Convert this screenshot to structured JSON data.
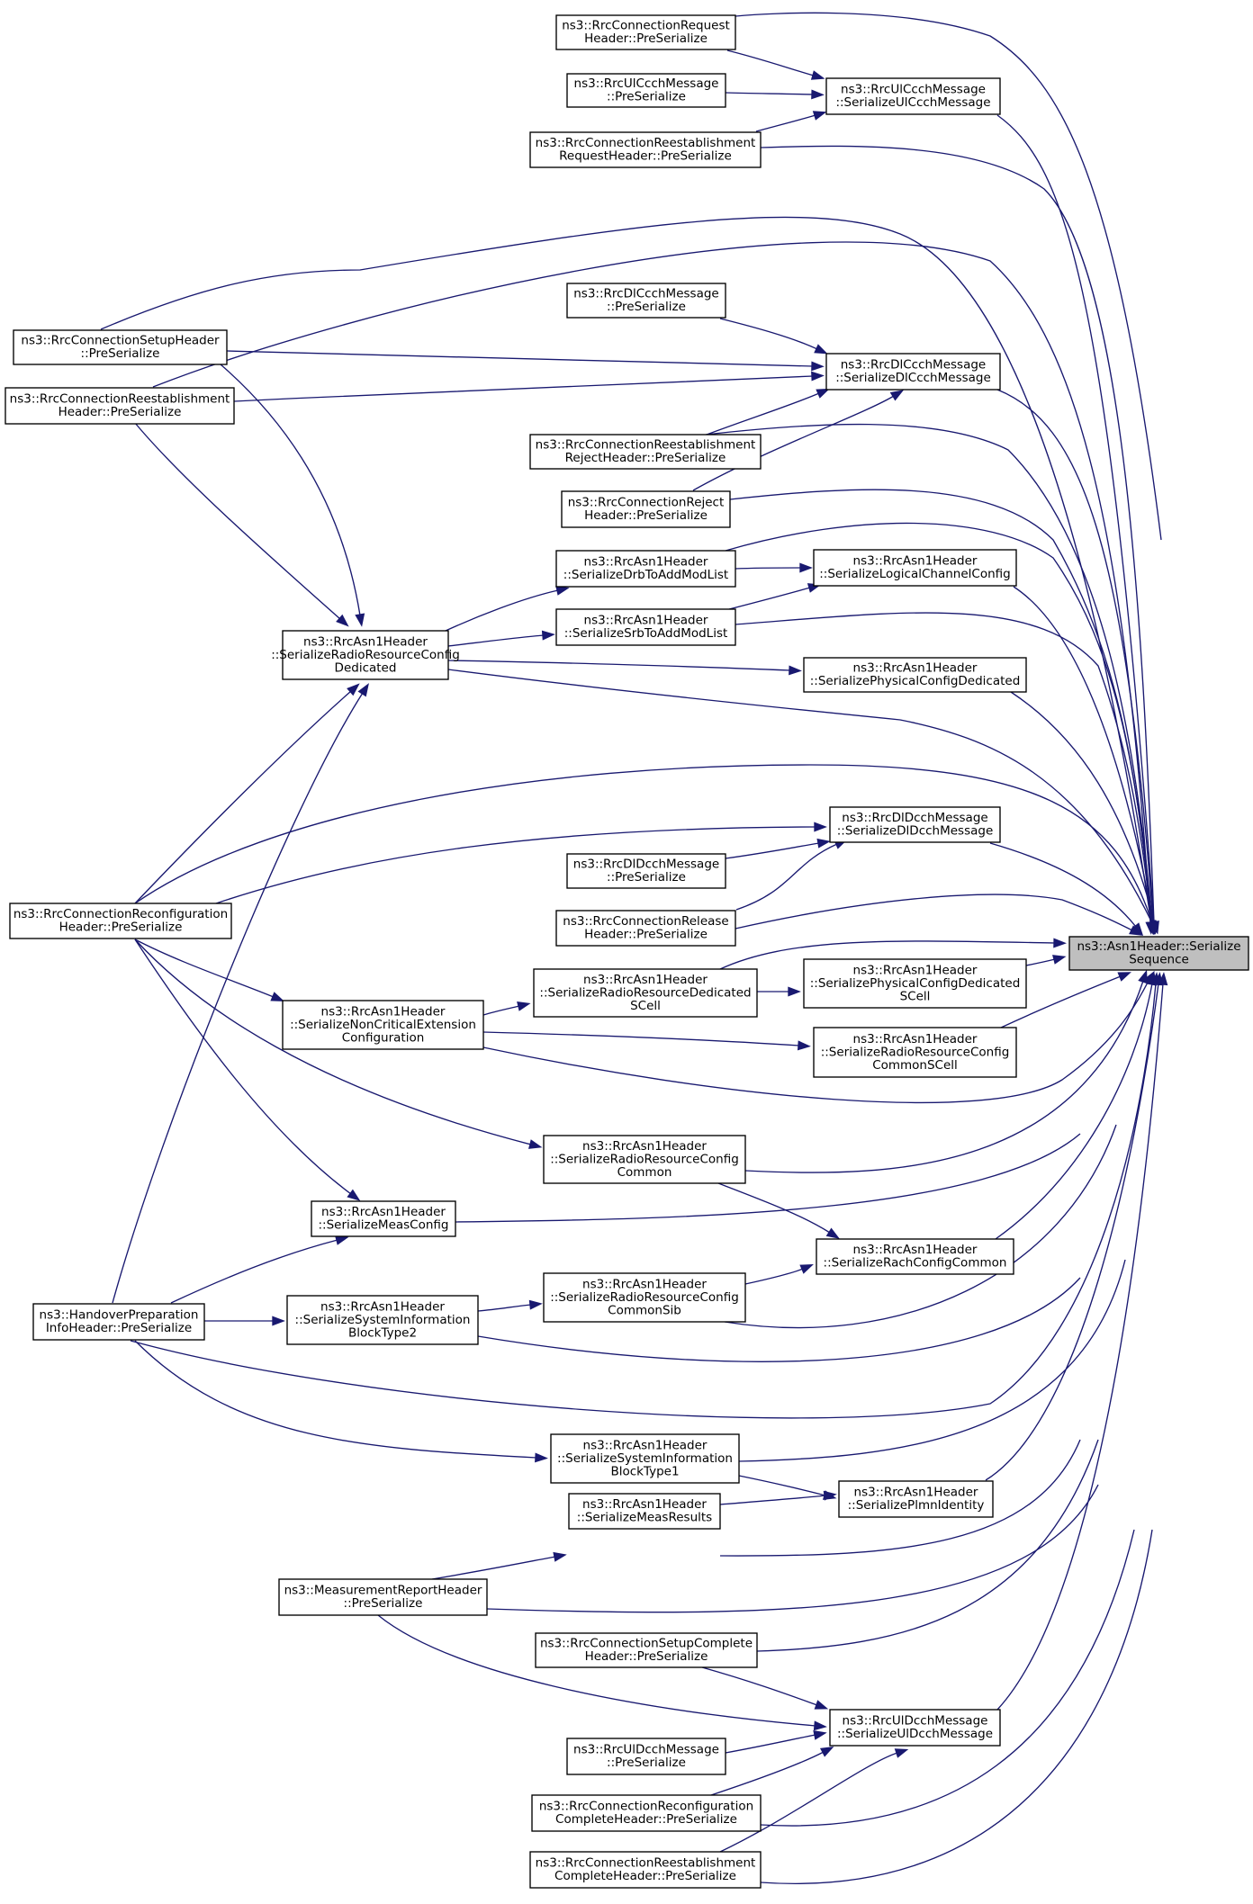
{
  "graph": {
    "type": "doxygen-caller-graph",
    "colors": {
      "edge": "#191970",
      "focus_fill": "#bfbfbf",
      "node_fill": "#ffffff",
      "node_stroke": "#000000"
    },
    "focus": "SerializeSequence",
    "nodes": [
      {
        "id": "SerializeSequence",
        "lines": [
          "ns3::Asn1Header::Serialize",
          "Sequence"
        ]
      },
      {
        "id": "RrcConnectionRequest_PreSerialize",
        "lines": [
          "ns3::RrcConnectionRequest",
          "Header::PreSerialize"
        ]
      },
      {
        "id": "RrcUlCcchMessage_PreSerialize",
        "lines": [
          "ns3::RrcUlCcchMessage",
          "::PreSerialize"
        ]
      },
      {
        "id": "RrcConnectionReestablishmentRequest_PreSerialize",
        "lines": [
          "ns3::RrcConnectionReestablishment",
          "RequestHeader::PreSerialize"
        ]
      },
      {
        "id": "RrcUlCcchMessage_SerializeUlCcchMessage",
        "lines": [
          "ns3::RrcUlCcchMessage",
          "::SerializeUlCcchMessage"
        ]
      },
      {
        "id": "RrcConnectionSetup_PreSerialize",
        "lines": [
          "ns3::RrcConnectionSetupHeader",
          "::PreSerialize"
        ]
      },
      {
        "id": "RrcConnectionReestablishment_PreSerialize",
        "lines": [
          "ns3::RrcConnectionReestablishment",
          "Header::PreSerialize"
        ]
      },
      {
        "id": "RrcDlCcchMessage_PreSerialize",
        "lines": [
          "ns3::RrcDlCcchMessage",
          "::PreSerialize"
        ]
      },
      {
        "id": "RrcDlCcchMessage_SerializeDlCcchMessage",
        "lines": [
          "ns3::RrcDlCcchMessage",
          "::SerializeDlCcchMessage"
        ]
      },
      {
        "id": "RrcConnectionReestablishmentReject_PreSerialize",
        "lines": [
          "ns3::RrcConnectionReestablishment",
          "RejectHeader::PreSerialize"
        ]
      },
      {
        "id": "RrcConnectionReject_PreSerialize",
        "lines": [
          "ns3::RrcConnectionReject",
          "Header::PreSerialize"
        ]
      },
      {
        "id": "SerializeDrbToAddModList",
        "lines": [
          "ns3::RrcAsn1Header",
          "::SerializeDrbToAddModList"
        ]
      },
      {
        "id": "SerializeLogicalChannelConfig",
        "lines": [
          "ns3::RrcAsn1Header",
          "::SerializeLogicalChannelConfig"
        ]
      },
      {
        "id": "SerializeSrbToAddModList",
        "lines": [
          "ns3::RrcAsn1Header",
          "::SerializeSrbToAddModList"
        ]
      },
      {
        "id": "SerializeRadioResourceConfigDedicated",
        "lines": [
          "ns3::RrcAsn1Header",
          "::SerializeRadioResourceConfig",
          "Dedicated"
        ]
      },
      {
        "id": "SerializePhysicalConfigDedicated",
        "lines": [
          "ns3::RrcAsn1Header",
          "::SerializePhysicalConfigDedicated"
        ]
      },
      {
        "id": "RrcDlDcchMessage_SerializeDlDcchMessage",
        "lines": [
          "ns3::RrcDlDcchMessage",
          "::SerializeDlDcchMessage"
        ]
      },
      {
        "id": "RrcDlDcchMessage_PreSerialize",
        "lines": [
          "ns3::RrcDlDcchMessage",
          "::PreSerialize"
        ]
      },
      {
        "id": "RrcConnectionRelease_PreSerialize",
        "lines": [
          "ns3::RrcConnectionRelease",
          "Header::PreSerialize"
        ]
      },
      {
        "id": "RrcConnectionReconfiguration_PreSerialize",
        "lines": [
          "ns3::RrcConnectionReconfiguration",
          "Header::PreSerialize"
        ]
      },
      {
        "id": "SerializeRadioResourceDedicatedSCell",
        "lines": [
          "ns3::RrcAsn1Header",
          "::SerializeRadioResourceDedicated",
          "SCell"
        ]
      },
      {
        "id": "SerializePhysicalConfigDedicatedSCell",
        "lines": [
          "ns3::RrcAsn1Header",
          "::SerializePhysicalConfigDedicated",
          "SCell"
        ]
      },
      {
        "id": "SerializeNonCriticalExtensionConfiguration",
        "lines": [
          "ns3::RrcAsn1Header",
          "::SerializeNonCriticalExtension",
          "Configuration"
        ]
      },
      {
        "id": "SerializeRadioResourceConfigCommonSCell",
        "lines": [
          "ns3::RrcAsn1Header",
          "::SerializeRadioResourceConfig",
          "CommonSCell"
        ]
      },
      {
        "id": "SerializeRadioResourceConfigCommon",
        "lines": [
          "ns3::RrcAsn1Header",
          "::SerializeRadioResourceConfig",
          "Common"
        ]
      },
      {
        "id": "SerializeMeasConfig",
        "lines": [
          "ns3::RrcAsn1Header",
          "::SerializeMeasConfig"
        ]
      },
      {
        "id": "SerializeRachConfigCommon",
        "lines": [
          "ns3::RrcAsn1Header",
          "::SerializeRachConfigCommon"
        ]
      },
      {
        "id": "SerializeRadioResourceConfigCommonSib",
        "lines": [
          "ns3::RrcAsn1Header",
          "::SerializeRadioResourceConfig",
          "CommonSib"
        ]
      },
      {
        "id": "HandoverPreparationInfo_PreSerialize",
        "lines": [
          "ns3::HandoverPreparation",
          "InfoHeader::PreSerialize"
        ]
      },
      {
        "id": "SerializeSystemInformationBlockType2",
        "lines": [
          "ns3::RrcAsn1Header",
          "::SerializeSystemInformation",
          "BlockType2"
        ]
      },
      {
        "id": "SerializeSystemInformationBlockType1",
        "lines": [
          "ns3::RrcAsn1Header",
          "::SerializeSystemInformation",
          "BlockType1"
        ]
      },
      {
        "id": "SerializePlmnIdentity",
        "lines": [
          "ns3::RrcAsn1Header",
          "::SerializePlmnIdentity"
        ]
      },
      {
        "id": "SerializeMeasResults",
        "lines": [
          "ns3::RrcAsn1Header",
          "::SerializeMeasResults"
        ]
      },
      {
        "id": "MeasurementReport_PreSerialize",
        "lines": [
          "ns3::MeasurementReportHeader",
          "::PreSerialize"
        ]
      },
      {
        "id": "RrcConnectionSetupComplete_PreSerialize",
        "lines": [
          "ns3::RrcConnectionSetupComplete",
          "Header::PreSerialize"
        ]
      },
      {
        "id": "RrcUlDcchMessage_SerializeUlDcchMessage",
        "lines": [
          "ns3::RrcUlDcchMessage",
          "::SerializeUlDcchMessage"
        ]
      },
      {
        "id": "RrcUlDcchMessage_PreSerialize",
        "lines": [
          "ns3::RrcUlDcchMessage",
          "::PreSerialize"
        ]
      },
      {
        "id": "RrcConnectionReconfigurationComplete_PreSerialize",
        "lines": [
          "ns3::RrcConnectionReconfiguration",
          "CompleteHeader::PreSerialize"
        ]
      },
      {
        "id": "RrcConnectionReestablishmentComplete_PreSerialize",
        "lines": [
          "ns3::RrcConnectionReestablishment",
          "CompleteHeader::PreSerialize"
        ]
      }
    ],
    "edges": [
      {
        "from": "RrcConnectionRequest_PreSerialize",
        "to": "RrcUlCcchMessage_SerializeUlCcchMessage"
      },
      {
        "from": "RrcUlCcchMessage_PreSerialize",
        "to": "RrcUlCcchMessage_SerializeUlCcchMessage"
      },
      {
        "from": "RrcConnectionReestablishmentRequest_PreSerialize",
        "to": "RrcUlCcchMessage_SerializeUlCcchMessage"
      },
      {
        "from": "RrcConnectionRequest_PreSerialize",
        "to": "SerializeSequence"
      },
      {
        "from": "RrcUlCcchMessage_SerializeUlCcchMessage",
        "to": "SerializeSequence"
      },
      {
        "from": "RrcConnectionReestablishmentRequest_PreSerialize",
        "to": "SerializeSequence"
      },
      {
        "from": "RrcConnectionSetup_PreSerialize",
        "to": "SerializeSequence"
      },
      {
        "from": "RrcConnectionReestablishment_PreSerialize",
        "to": "SerializeSequence"
      },
      {
        "from": "RrcDlCcchMessage_PreSerialize",
        "to": "RrcDlCcchMessage_SerializeDlCcchMessage"
      },
      {
        "from": "RrcConnectionSetup_PreSerialize",
        "to": "RrcDlCcchMessage_SerializeDlCcchMessage"
      },
      {
        "from": "RrcConnectionReestablishment_PreSerialize",
        "to": "RrcDlCcchMessage_SerializeDlCcchMessage"
      },
      {
        "from": "RrcConnectionReestablishmentReject_PreSerialize",
        "to": "RrcDlCcchMessage_SerializeDlCcchMessage"
      },
      {
        "from": "RrcConnectionReject_PreSerialize",
        "to": "RrcDlCcchMessage_SerializeDlCcchMessage"
      },
      {
        "from": "RrcDlCcchMessage_SerializeDlCcchMessage",
        "to": "SerializeSequence"
      },
      {
        "from": "RrcConnectionReestablishmentReject_PreSerialize",
        "to": "SerializeSequence"
      },
      {
        "from": "RrcConnectionReject_PreSerialize",
        "to": "SerializeSequence"
      },
      {
        "from": "SerializeLogicalChannelConfig",
        "to": "SerializeSequence"
      },
      {
        "from": "SerializeDrbToAddModList",
        "to": "SerializeSequence"
      },
      {
        "from": "SerializeSrbToAddModList",
        "to": "SerializeSequence"
      },
      {
        "from": "SerializeDrbToAddModList",
        "to": "SerializeLogicalChannelConfig"
      },
      {
        "from": "SerializeSrbToAddModList",
        "to": "SerializeLogicalChannelConfig"
      },
      {
        "from": "SerializeRadioResourceConfigDedicated",
        "to": "SerializeDrbToAddModList"
      },
      {
        "from": "SerializeRadioResourceConfigDedicated",
        "to": "SerializeSrbToAddModList"
      },
      {
        "from": "SerializeRadioResourceConfigDedicated",
        "to": "SerializePhysicalConfigDedicated"
      },
      {
        "from": "SerializeRadioResourceConfigDedicated",
        "to": "SerializeSequence"
      },
      {
        "from": "SerializePhysicalConfigDedicated",
        "to": "SerializeSequence"
      },
      {
        "from": "RrcConnectionSetup_PreSerialize",
        "to": "SerializeRadioResourceConfigDedicated"
      },
      {
        "from": "RrcConnectionReestablishment_PreSerialize",
        "to": "SerializeRadioResourceConfigDedicated"
      },
      {
        "from": "RrcConnectionReconfiguration_PreSerialize",
        "to": "SerializeRadioResourceConfigDedicated"
      },
      {
        "from": "HandoverPreparationInfo_PreSerialize",
        "to": "SerializeRadioResourceConfigDedicated"
      },
      {
        "from": "RrcConnectionReconfiguration_PreSerialize",
        "to": "SerializeSequence"
      },
      {
        "from": "RrcConnectionReconfiguration_PreSerialize",
        "to": "RrcDlDcchMessage_SerializeDlDcchMessage"
      },
      {
        "from": "RrcDlDcchMessage_PreSerialize",
        "to": "RrcDlDcchMessage_SerializeDlDcchMessage"
      },
      {
        "from": "RrcConnectionRelease_PreSerialize",
        "to": "RrcDlDcchMessage_SerializeDlDcchMessage"
      },
      {
        "from": "RrcDlDcchMessage_SerializeDlDcchMessage",
        "to": "SerializeSequence"
      },
      {
        "from": "RrcConnectionRelease_PreSerialize",
        "to": "SerializeSequence"
      },
      {
        "from": "SerializeRadioResourceDedicatedSCell",
        "to": "SerializeSequence"
      },
      {
        "from": "SerializePhysicalConfigDedicatedSCell",
        "to": "SerializeSequence"
      },
      {
        "from": "SerializeRadioResourceDedicatedSCell",
        "to": "SerializePhysicalConfigDedicatedSCell"
      },
      {
        "from": "SerializeNonCriticalExtensionConfiguration",
        "to": "SerializeRadioResourceDedicatedSCell"
      },
      {
        "from": "SerializeNonCriticalExtensionConfiguration",
        "to": "SerializeRadioResourceConfigCommonSCell"
      },
      {
        "from": "SerializeRadioResourceConfigCommonSCell",
        "to": "SerializeSequence"
      },
      {
        "from": "SerializeNonCriticalExtensionConfiguration",
        "to": "SerializeSequence"
      },
      {
        "from": "RrcConnectionReconfiguration_PreSerialize",
        "to": "SerializeNonCriticalExtensionConfiguration"
      },
      {
        "from": "RrcConnectionReconfiguration_PreSerialize",
        "to": "SerializeRadioResourceConfigCommon"
      },
      {
        "from": "RrcConnectionReconfiguration_PreSerialize",
        "to": "SerializeMeasConfig"
      },
      {
        "from": "SerializeRadioResourceConfigCommon",
        "to": "SerializeSequence"
      },
      {
        "from": "SerializeRadioResourceConfigCommon",
        "to": "SerializeRachConfigCommon"
      },
      {
        "from": "SerializeMeasConfig",
        "to": "SerializeSequence"
      },
      {
        "from": "SerializeRachConfigCommon",
        "to": "SerializeSequence"
      },
      {
        "from": "SerializeRadioResourceConfigCommonSib",
        "to": "SerializeRachConfigCommon"
      },
      {
        "from": "SerializeRadioResourceConfigCommonSib",
        "to": "SerializeSequence"
      },
      {
        "from": "HandoverPreparationInfo_PreSerialize",
        "to": "SerializeMeasConfig"
      },
      {
        "from": "HandoverPreparationInfo_PreSerialize",
        "to": "SerializeSystemInformationBlockType2"
      },
      {
        "from": "SerializeSystemInformationBlockType2",
        "to": "SerializeRadioResourceConfigCommonSib"
      },
      {
        "from": "SerializeSystemInformationBlockType2",
        "to": "SerializeSequence"
      },
      {
        "from": "HandoverPreparationInfo_PreSerialize",
        "to": "SerializeSequence"
      },
      {
        "from": "HandoverPreparationInfo_PreSerialize",
        "to": "SerializeSystemInformationBlockType1"
      },
      {
        "from": "SerializeSystemInformationBlockType1",
        "to": "SerializeSequence"
      },
      {
        "from": "SerializeSystemInformationBlockType1",
        "to": "SerializePlmnIdentity"
      },
      {
        "from": "SerializePlmnIdentity",
        "to": "SerializeSequence"
      },
      {
        "from": "SerializeMeasResults",
        "to": "SerializePlmnIdentity"
      },
      {
        "from": "SerializeMeasResults",
        "to": "SerializeSequence"
      },
      {
        "from": "MeasurementReport_PreSerialize",
        "to": "SerializeMeasResults"
      },
      {
        "from": "MeasurementReport_PreSerialize",
        "to": "SerializeSequence"
      },
      {
        "from": "MeasurementReport_PreSerialize",
        "to": "RrcUlDcchMessage_SerializeUlDcchMessage"
      },
      {
        "from": "RrcConnectionSetupComplete_PreSerialize",
        "to": "RrcUlDcchMessage_SerializeUlDcchMessage"
      },
      {
        "from": "RrcUlDcchMessage_PreSerialize",
        "to": "RrcUlDcchMessage_SerializeUlDcchMessage"
      },
      {
        "from": "RrcConnectionReconfigurationComplete_PreSerialize",
        "to": "RrcUlDcchMessage_SerializeUlDcchMessage"
      },
      {
        "from": "RrcConnectionReestablishmentComplete_PreSerialize",
        "to": "RrcUlDcchMessage_SerializeUlDcchMessage"
      },
      {
        "from": "RrcUlDcchMessage_SerializeUlDcchMessage",
        "to": "SerializeSequence"
      },
      {
        "from": "RrcConnectionSetupComplete_PreSerialize",
        "to": "SerializeSequence"
      },
      {
        "from": "RrcConnectionReconfigurationComplete_PreSerialize",
        "to": "SerializeSequence"
      },
      {
        "from": "RrcConnectionReestablishmentComplete_PreSerialize",
        "to": "SerializeSequence"
      }
    ]
  }
}
